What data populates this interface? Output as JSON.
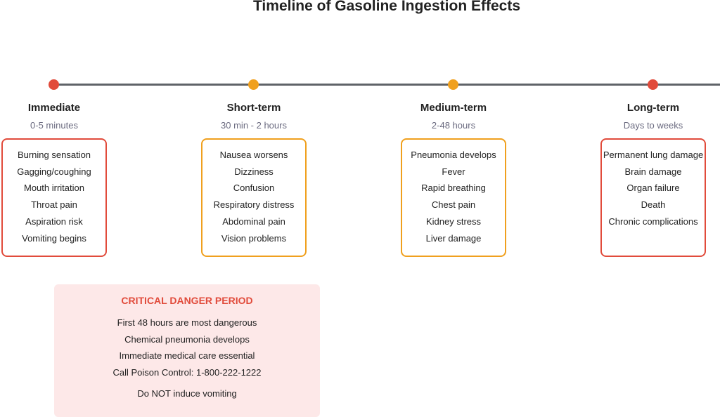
{
  "title": "Timeline of Gasoline Ingestion Effects",
  "colors": {
    "red": "#e14b3b",
    "orange": "#f0a01e",
    "line": "#5f6368",
    "danger_bg": "#fde8e8"
  },
  "stages": [
    {
      "name": "Immediate",
      "time": "0-5 minutes",
      "color": "#e14b3b",
      "effects": [
        "Burning sensation",
        "Gagging/coughing",
        "Mouth irritation",
        "Throat pain",
        "Aspiration risk",
        "Vomiting begins"
      ]
    },
    {
      "name": "Short-term",
      "time": "30 min - 2 hours",
      "color": "#f0a01e",
      "effects": [
        "Nausea worsens",
        "Dizziness",
        "Confusion",
        "Respiratory distress",
        "Abdominal pain",
        "Vision problems"
      ]
    },
    {
      "name": "Medium-term",
      "time": "2-48 hours",
      "color": "#f0a01e",
      "effects": [
        "Pneumonia develops",
        "Fever",
        "Rapid breathing",
        "Chest pain",
        "Kidney stress",
        "Liver damage"
      ]
    },
    {
      "name": "Long-term",
      "time": "Days to weeks",
      "color": "#e14b3b",
      "effects": [
        "Permanent lung damage",
        "Brain damage",
        "Organ failure",
        "Death",
        "Chronic complications"
      ]
    }
  ],
  "danger": {
    "title": "CRITICAL DANGER PERIOD",
    "items": [
      "First 48 hours are most dangerous",
      "Chemical pneumonia develops",
      "Immediate medical care essential",
      "Call Poison Control: 1-800-222-1222"
    ],
    "warning": "Do NOT induce vomiting"
  }
}
